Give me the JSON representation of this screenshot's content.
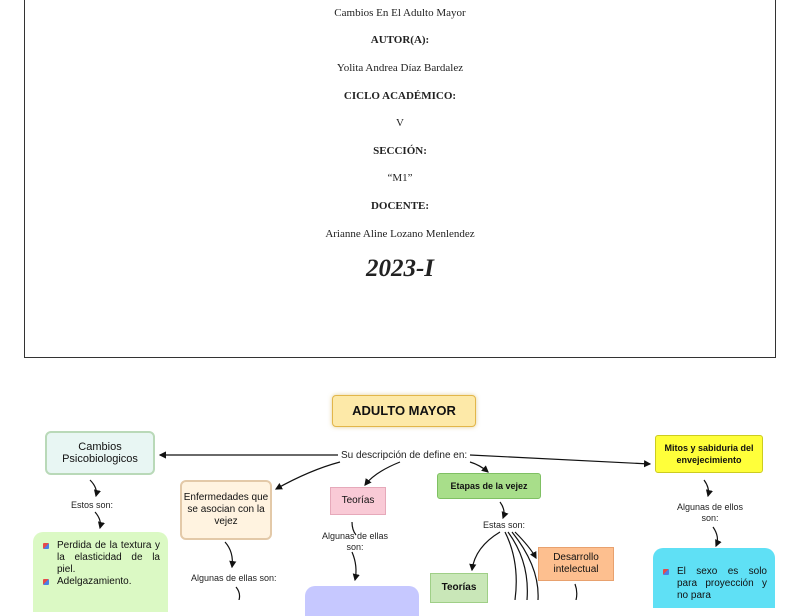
{
  "cover": {
    "topic": "Cambios En El Adulto Mayor",
    "author_heading": "AUTOR(A):",
    "author": "Yolita Andrea Díaz Bardalez",
    "cycle_heading": "CICLO ACADÉMICO:",
    "cycle": "V",
    "section_heading": "SECCIÓN:",
    "section": "“M1”",
    "teacher_heading": "DOCENTE:",
    "teacher": "Arianne Aline Lozano Menlendez",
    "year": "2023-I"
  },
  "concept_map": {
    "root": "ADULTO MAYOR",
    "root_link": "Su descripción de define en:",
    "cambios": "Cambios Psicobiologicos",
    "cambios_link": "Estos son:",
    "cambios_items": [
      "Perdida de la textura y la elasticidad de la piel.",
      "Adelgazamiento."
    ],
    "mitos": "Mitos y sabiduria del envejecimiento",
    "mitos_link": "Algunas de ellos son:",
    "mitos_item": "El sexo es solo para proyección y no para",
    "enfermedades": "Enfermedades que se asocian con la vejez",
    "enfermedades_link": "Algunas de ellas son:",
    "teorias": "Teorías",
    "teorias_link": "Algunas de ellas son:",
    "etapas": "Etapas de la vejez",
    "etapas_link": "Estas son:",
    "desarrollo": "Desarrollo intelectual",
    "teorias_etapas": "Teorías"
  },
  "colors": {
    "root_fill": "#fde9a8",
    "mitos_fill": "#ffff3a",
    "etapas_fill": "#a8de8a",
    "list_green": "#dbf9c4",
    "list_cyan": "#5fe0f5"
  }
}
